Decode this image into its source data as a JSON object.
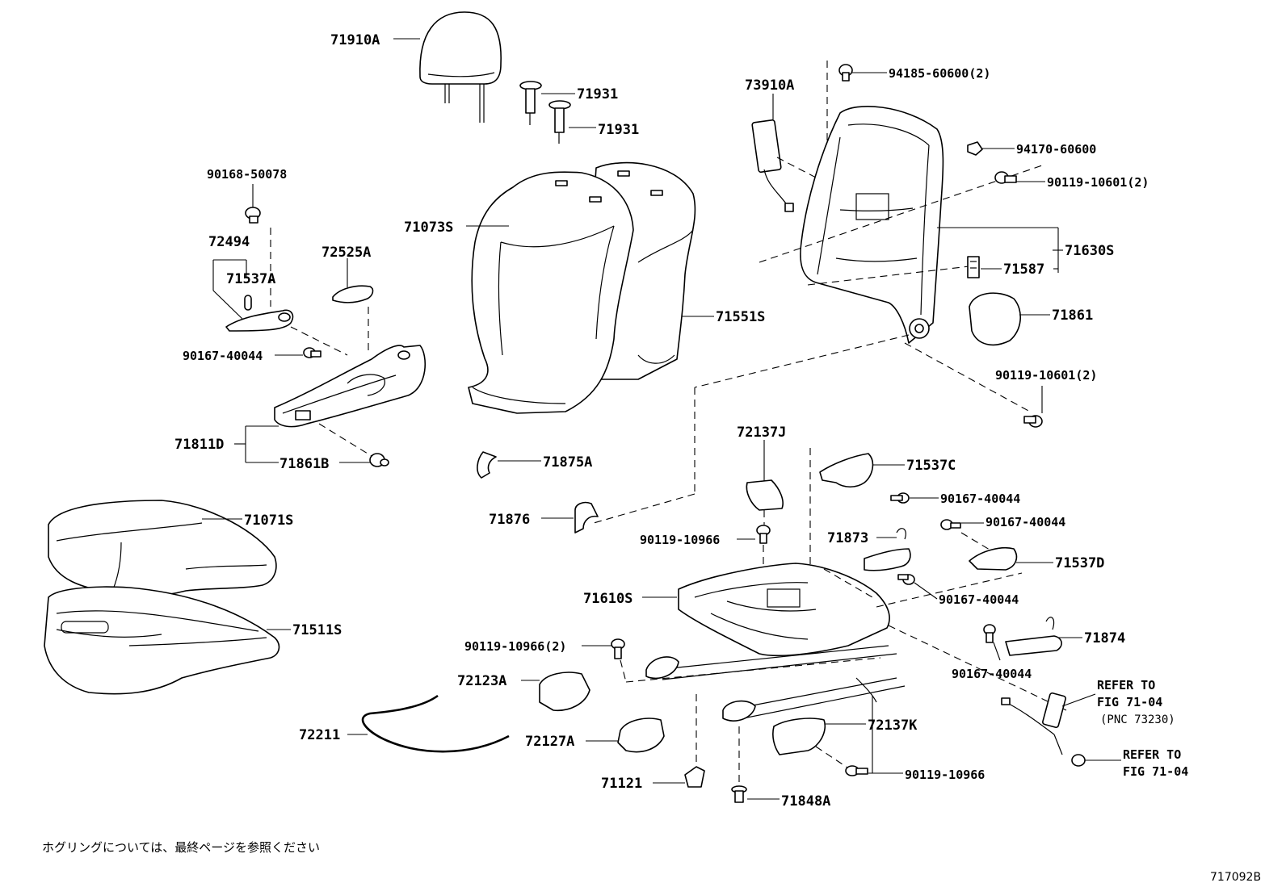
{
  "labels": {
    "l71910A": "71910A",
    "l71931a": "71931",
    "l71931b": "71931",
    "l90168": "90168-50078",
    "l71073S": "71073S",
    "l72494": "72494",
    "l72525A": "72525A",
    "l71537A": "71537A",
    "l90167a": "90167-40044",
    "l71811D": "71811D",
    "l71861B": "71861B",
    "l71875A": "71875A",
    "l71551S": "71551S",
    "l73910A": "73910A",
    "l94185": "94185-60600(2)",
    "l94170": "94170-60600",
    "l90119a": "90119-10601(2)",
    "l71630S": "71630S",
    "l71587": "71587",
    "l71861": "71861",
    "l90119b": "90119-10601(2)",
    "l71071S": "71071S",
    "l71876": "71876",
    "l72137J": "72137J",
    "l71537C": "71537C",
    "l90167b": "90167-40044",
    "l90167c": "90167-40044",
    "l90119c": "90119-10966",
    "l71873": "71873",
    "l71537D": "71537D",
    "l71511S": "71511S",
    "l71610S": "71610S",
    "l90167d": "90167-40044",
    "l90119d": "90119-10966(2)",
    "l71874": "71874",
    "l72123A": "72123A",
    "l90167e": "90167-40044",
    "l72137K": "72137K",
    "l72211": "72211",
    "l72127A": "72127A",
    "l90119e": "90119-10966",
    "l71121": "71121",
    "l71848A": "71848A"
  },
  "refer1": {
    "line1": "REFER TO",
    "line2": "FIG 71-04",
    "line3": "(PNC 73230)"
  },
  "refer2": {
    "line1": "REFER TO",
    "line2": "FIG 71-04"
  },
  "footer": {
    "note": "ホグリングについては、最終ページを参照ください",
    "code": "717092B"
  }
}
